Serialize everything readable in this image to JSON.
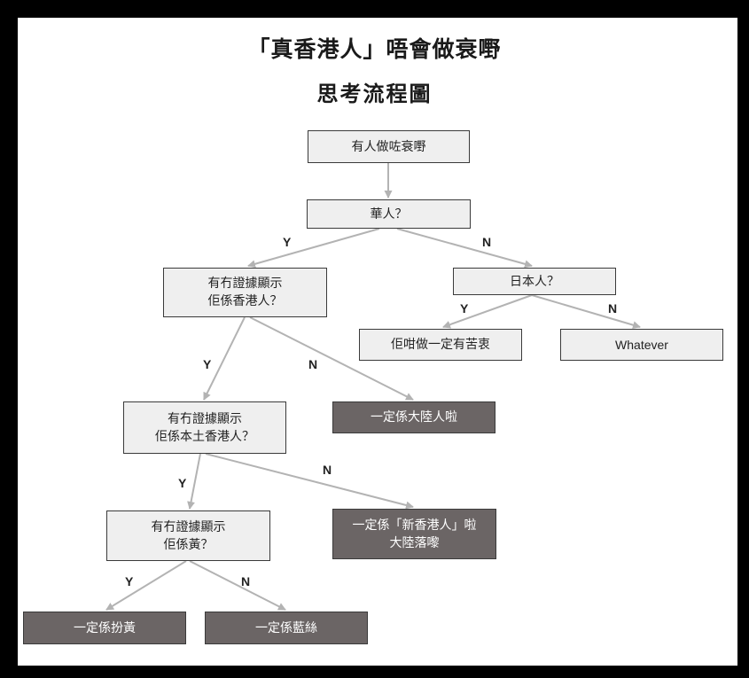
{
  "title_line1": "「真香港人」唔會做衰嘢",
  "title_line2": "思考流程圖",
  "nodes": {
    "start": "有人做咗衰嘢",
    "q_chinese": "華人？",
    "q_hk": "有冇證據顯示\n佢係香港人？",
    "q_japanese": "日本人？",
    "japanese_yes": "佢咁做一定有苦衷",
    "japanese_no": "Whatever",
    "q_local": "有冇證據顯示\n佢係本土香港人？",
    "mainland": "一定係大陸人啦",
    "q_yellow": "有冇證據顯示\n佢係黃？",
    "new_hk": "一定係「新香港人」啦\n大陸落嚟",
    "fake_yellow": "一定係扮黃",
    "blue_ribbon": "一定係藍絲"
  },
  "edge_labels": {
    "yes": "Y",
    "no": "N"
  },
  "colors": {
    "question_fill": "#efefef",
    "outcome_fill": "#6b6565",
    "arrow": "#b3b3b3"
  }
}
